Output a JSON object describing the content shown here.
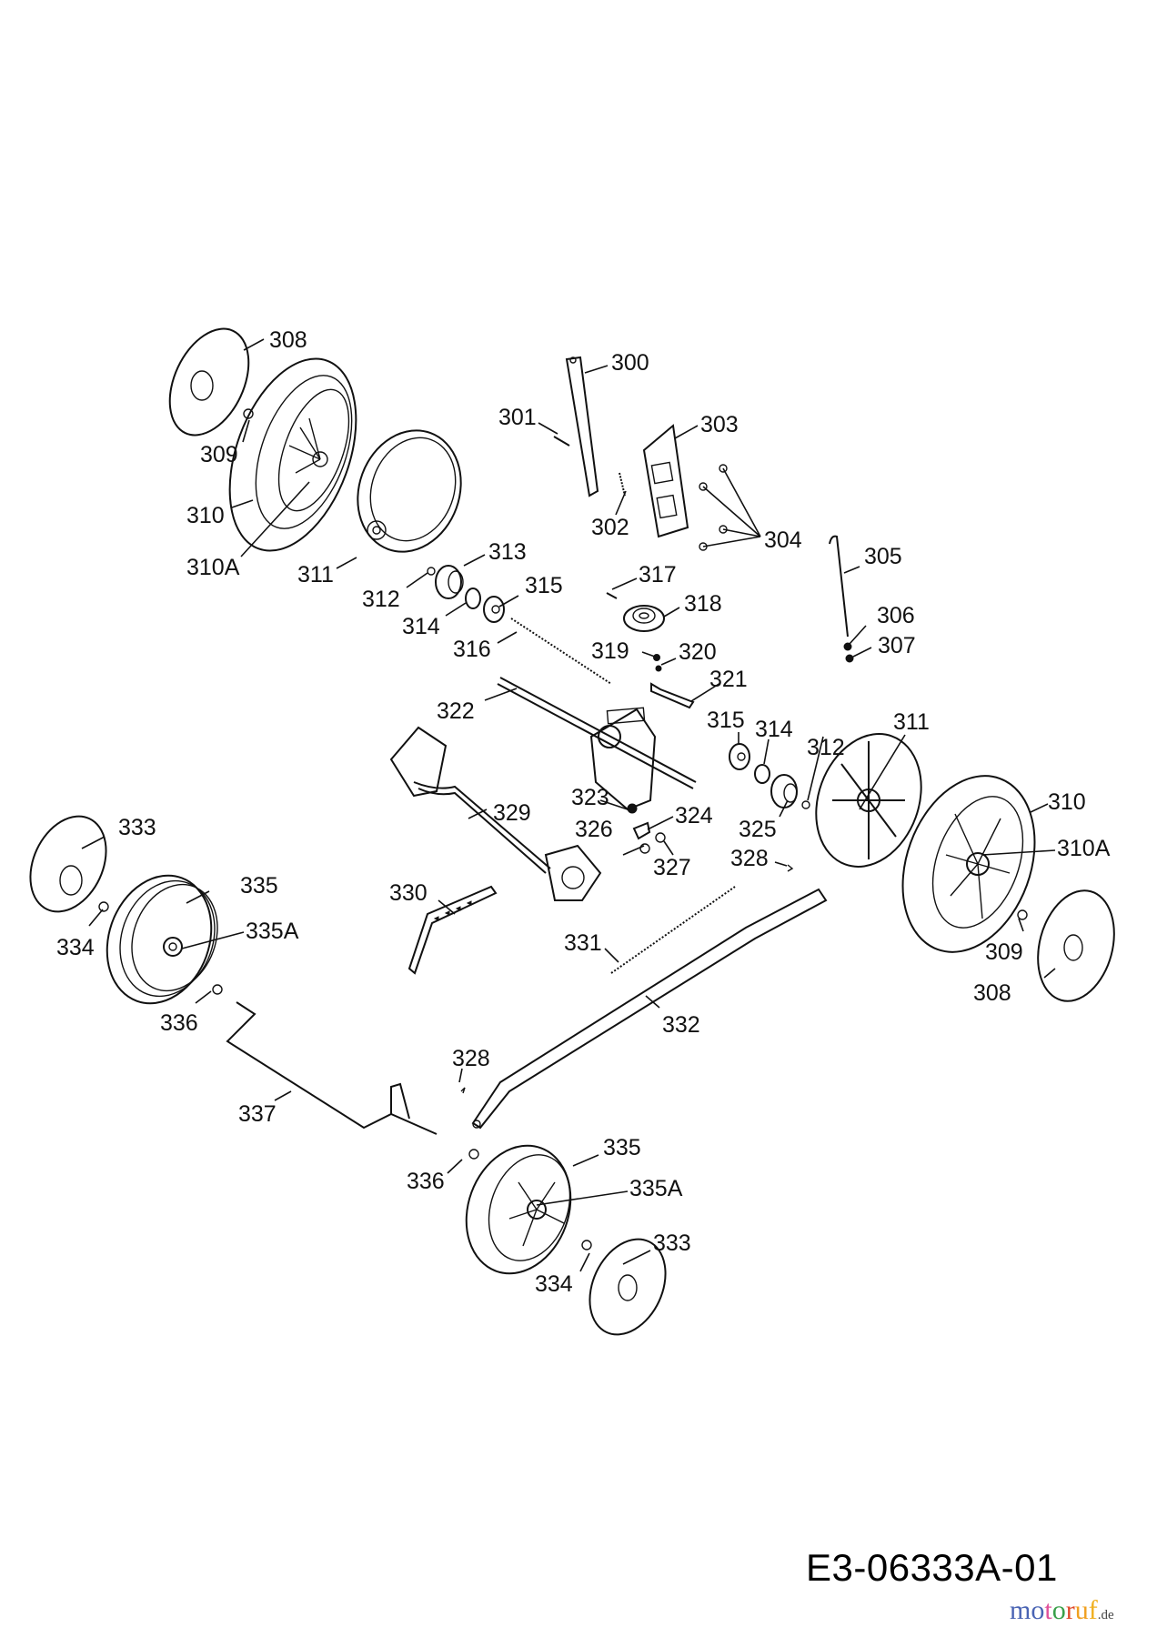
{
  "diagram": {
    "type": "exploded parts diagram",
    "subject": "lawn mower drive / wheel assembly",
    "drawing_number": "E3-06333A-01",
    "watermark": {
      "letters": [
        {
          "char": "m",
          "color": "#4a64b4"
        },
        {
          "char": "o",
          "color": "#4a64b4"
        },
        {
          "char": "t",
          "color": "#e0509a"
        },
        {
          "char": "o",
          "color": "#3aa04a"
        },
        {
          "char": "r",
          "color": "#e04a2a"
        },
        {
          "char": "u",
          "color": "#f0a020"
        },
        {
          "char": "f",
          "color": "#f0b020"
        }
      ],
      "tld": ".de"
    },
    "callouts": [
      {
        "id": "c308a",
        "label": "308",
        "part": "hubcap"
      },
      {
        "id": "c309a",
        "label": "309",
        "part": "screw"
      },
      {
        "id": "c310a",
        "label": "310",
        "part": "drive wheel"
      },
      {
        "id": "c310Aa",
        "label": "310A",
        "part": "wheel bearing"
      },
      {
        "id": "c311a",
        "label": "311",
        "part": "dust cover"
      },
      {
        "id": "c312a",
        "label": "312",
        "part": "retaining ring"
      },
      {
        "id": "c313",
        "label": "313",
        "part": "pinion gear"
      },
      {
        "id": "c314a",
        "label": "314",
        "part": "bushing"
      },
      {
        "id": "c315a",
        "label": "315",
        "part": "ball bearing"
      },
      {
        "id": "c316",
        "label": "316",
        "part": "spring"
      },
      {
        "id": "c300",
        "label": "300",
        "part": "bracket"
      },
      {
        "id": "c301",
        "label": "301",
        "part": "pin"
      },
      {
        "id": "c302",
        "label": "302",
        "part": "spring"
      },
      {
        "id": "c303",
        "label": "303",
        "part": "plate"
      },
      {
        "id": "c304",
        "label": "304",
        "part": "screws"
      },
      {
        "id": "c305",
        "label": "305",
        "part": "rod"
      },
      {
        "id": "c306",
        "label": "306",
        "part": "washer"
      },
      {
        "id": "c307",
        "label": "307",
        "part": "nut"
      },
      {
        "id": "c317",
        "label": "317",
        "part": "pin"
      },
      {
        "id": "c318",
        "label": "318",
        "part": "pulley"
      },
      {
        "id": "c319",
        "label": "319",
        "part": "nut"
      },
      {
        "id": "c320",
        "label": "320",
        "part": "washer"
      },
      {
        "id": "c321",
        "label": "321",
        "part": "clip"
      },
      {
        "id": "c322",
        "label": "322",
        "part": "drive shaft"
      },
      {
        "id": "c315b",
        "label": "315",
        "part": "ball bearing"
      },
      {
        "id": "c314b",
        "label": "314",
        "part": "bushing"
      },
      {
        "id": "c312b",
        "label": "312",
        "part": "retaining ring"
      },
      {
        "id": "c311b",
        "label": "311",
        "part": "dust cover"
      },
      {
        "id": "c310b",
        "label": "310",
        "part": "drive wheel"
      },
      {
        "id": "c310Ab",
        "label": "310A",
        "part": "wheel bearing"
      },
      {
        "id": "c323",
        "label": "323",
        "part": "nut"
      },
      {
        "id": "c324",
        "label": "324",
        "part": "bracket"
      },
      {
        "id": "c325",
        "label": "325",
        "part": "pinion gear"
      },
      {
        "id": "c326",
        "label": "326",
        "part": "washer"
      },
      {
        "id": "c327",
        "label": "327",
        "part": "nut"
      },
      {
        "id": "c328a",
        "label": "328",
        "part": "clip"
      },
      {
        "id": "c329",
        "label": "329",
        "part": "axle"
      },
      {
        "id": "c330",
        "label": "330",
        "part": "height adjuster"
      },
      {
        "id": "c331",
        "label": "331",
        "part": "spring"
      },
      {
        "id": "c332",
        "label": "332",
        "part": "lever"
      },
      {
        "id": "c309b",
        "label": "309",
        "part": "screw"
      },
      {
        "id": "c308b",
        "label": "308",
        "part": "hubcap"
      },
      {
        "id": "c333a",
        "label": "333",
        "part": "hubcap"
      },
      {
        "id": "c334a",
        "label": "334",
        "part": "nut"
      },
      {
        "id": "c335a",
        "label": "335",
        "part": "front wheel"
      },
      {
        "id": "c335Aa",
        "label": "335A",
        "part": "wheel bearing"
      },
      {
        "id": "c336a",
        "label": "336",
        "part": "washer"
      },
      {
        "id": "c328b",
        "label": "328",
        "part": "clip"
      },
      {
        "id": "c337",
        "label": "337",
        "part": "front axle"
      },
      {
        "id": "c336b",
        "label": "336",
        "part": "washer"
      },
      {
        "id": "c335b",
        "label": "335",
        "part": "front wheel"
      },
      {
        "id": "c335Ab",
        "label": "335A",
        "part": "wheel bearing"
      },
      {
        "id": "c334b",
        "label": "334",
        "part": "nut"
      },
      {
        "id": "c333b",
        "label": "333",
        "part": "hubcap"
      }
    ]
  }
}
